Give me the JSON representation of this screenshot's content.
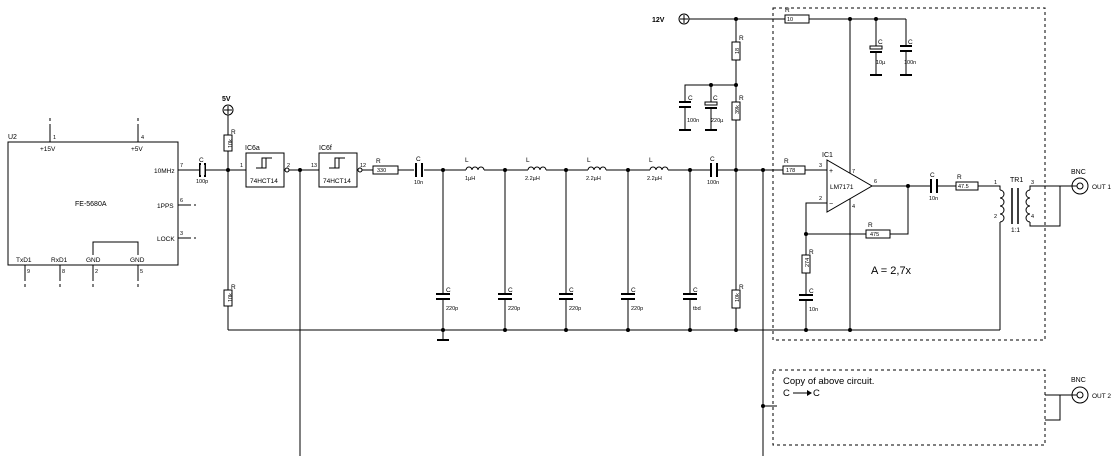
{
  "supply": {
    "v12": "12V",
    "v5": "5V"
  },
  "u2": {
    "ref": "U2",
    "name": "FE-5680A",
    "pin1_label": "+15V",
    "pin1_num": "1",
    "pin4_label": "+5V",
    "pin4_num": "4",
    "pin7_label": "10MHz",
    "pin7_num": "7",
    "pin6_label": "1PPS",
    "pin6_num": "6",
    "pin3_label": "LOCK",
    "pin3_num": "3",
    "pin9_label": "TxD1",
    "pin9_num": "9",
    "pin8_label": "RxD1",
    "pin8_num": "8",
    "pin2_label": "GND",
    "pin2_num": "2",
    "pin5_label": "GND",
    "pin5_num": "5"
  },
  "ic6a": {
    "ref": "IC6a",
    "part": "74HCT14",
    "pin_in": "1",
    "pin_out": "2"
  },
  "ic6f": {
    "ref": "IC6f",
    "part": "74HCT14",
    "pin_in": "13",
    "pin_out": "12"
  },
  "ic1": {
    "ref": "IC1",
    "part": "LM7171",
    "pin_plus": "3",
    "pin_minus": "2",
    "pin_vp": "7",
    "pin_vn": "4",
    "pin_out": "6",
    "plus_sign": "+",
    "minus_sign": "−"
  },
  "tr1": {
    "ref": "TR1",
    "ratio": "1:1",
    "p1": "1",
    "p2": "2",
    "p3": "3",
    "p4": "4"
  },
  "resistors": {
    "r_in_top": {
      "ref": "R",
      "value": "10k"
    },
    "r_in_bot": {
      "ref": "R",
      "value": "10k"
    },
    "r_330": {
      "ref": "R",
      "value": "330"
    },
    "r_10": {
      "ref": "R",
      "value": "10"
    },
    "r_18": {
      "ref": "R",
      "value": "18"
    },
    "r_39k": {
      "ref": "R",
      "value": "39k"
    },
    "r_10k_bias": {
      "ref": "R",
      "value": "10k"
    },
    "r_178": {
      "ref": "R",
      "value": "178"
    },
    "r_475": {
      "ref": "R",
      "value": "475"
    },
    "r_274": {
      "ref": "R",
      "value": "274"
    },
    "r_47_5": {
      "ref": "R",
      "value": "47.5"
    }
  },
  "capacitors": {
    "c_100p": {
      "ref": "C",
      "value": "100p"
    },
    "c_10n_a": {
      "ref": "C",
      "value": "10n"
    },
    "c_100n_out": {
      "ref": "C",
      "value": "100n"
    },
    "c_10n_out": {
      "ref": "C",
      "value": "10n"
    },
    "c_10n_fb": {
      "ref": "C",
      "value": "10n"
    },
    "c_100n_dec": {
      "ref": "C",
      "value": "100n"
    },
    "c_220u": {
      "ref": "C",
      "value": "220µ"
    },
    "c_10u": {
      "ref": "C",
      "value": "10µ"
    },
    "c_100n_top": {
      "ref": "C",
      "value": "100n"
    },
    "c_sh1": {
      "ref": "C",
      "value": "220p"
    },
    "c_sh2": {
      "ref": "C",
      "value": "220p"
    },
    "c_sh3": {
      "ref": "C",
      "value": "220p"
    },
    "c_sh4": {
      "ref": "C",
      "value": "220p"
    },
    "c_sh5": {
      "ref": "C",
      "value": "tbd"
    }
  },
  "inductors": {
    "l1": {
      "ref": "L",
      "value": "1µH"
    },
    "l2": {
      "ref": "L",
      "value": "2.2µH"
    },
    "l3": {
      "ref": "L",
      "value": "2.2µH"
    },
    "l4": {
      "ref": "L",
      "value": "2.2µH"
    }
  },
  "gain": "A = 2,7x",
  "bnc1": {
    "label": "BNC",
    "out": "OUT 1"
  },
  "bnc2": {
    "label": "BNC",
    "out": "OUT 2"
  },
  "copy_note": {
    "line1": "Copy of above circuit.",
    "line2_a": "C",
    "line2_b": "C"
  }
}
